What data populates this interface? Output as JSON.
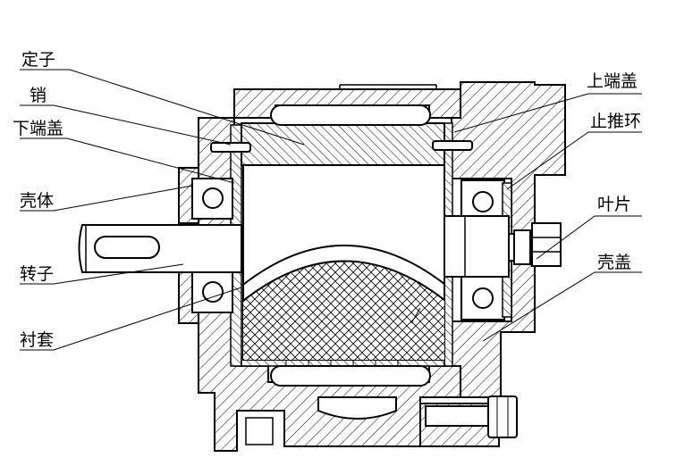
{
  "labels": {
    "stator": "定子",
    "pin": "销",
    "lower_end_cover": "下端盖",
    "housing": "壳体",
    "rotor": "转子",
    "bushing": "衬套",
    "upper_end_cover": "上端盖",
    "thrust_ring": "止推环",
    "vane": "叶片",
    "housing_cover": "壳盖"
  }
}
